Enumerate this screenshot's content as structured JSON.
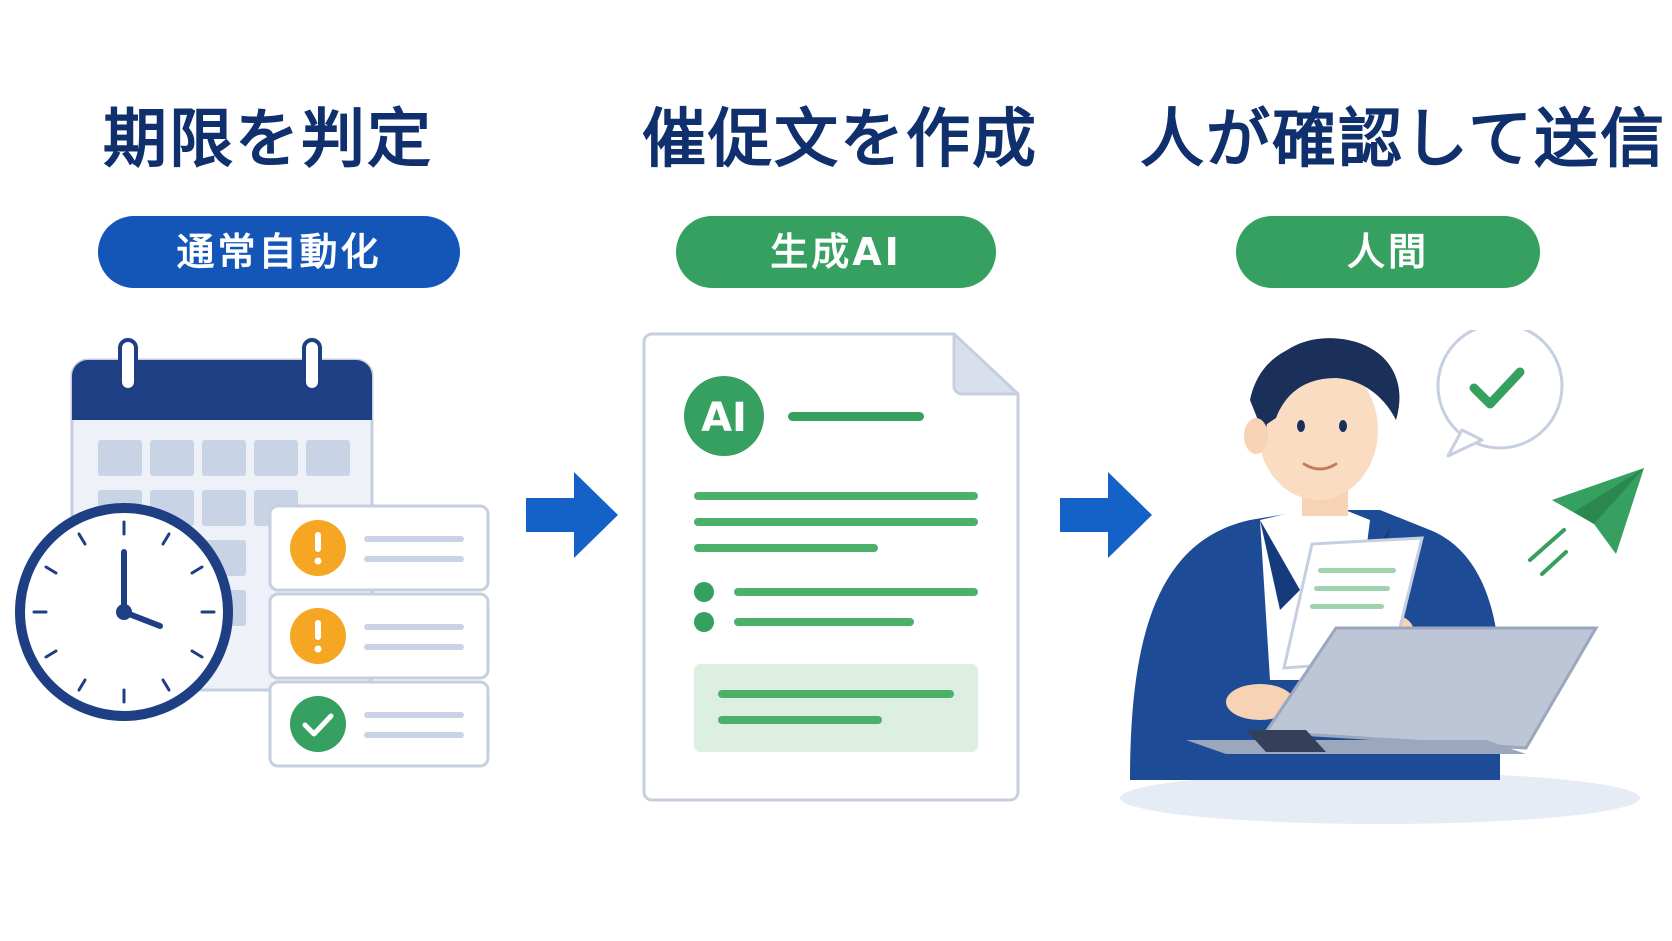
{
  "steps": [
    {
      "title": "期限を判定",
      "badge": "通常自動化",
      "badge_color": "#1456b8"
    },
    {
      "title": "催促文を作成",
      "badge": "生成AI",
      "badge_color": "#35a060"
    },
    {
      "title": "人が確認して送信",
      "badge": "人間",
      "badge_color": "#35a060"
    }
  ],
  "document": {
    "ai_badge": "AI"
  },
  "status_items": [
    {
      "icon": "warning-icon",
      "status": "warning"
    },
    {
      "icon": "warning-icon",
      "status": "warning"
    },
    {
      "icon": "check-icon",
      "status": "done"
    }
  ],
  "colors": {
    "navy": "#0f2f6d",
    "blue": "#1456b8",
    "green": "#35a060",
    "orange": "#f5a623"
  }
}
